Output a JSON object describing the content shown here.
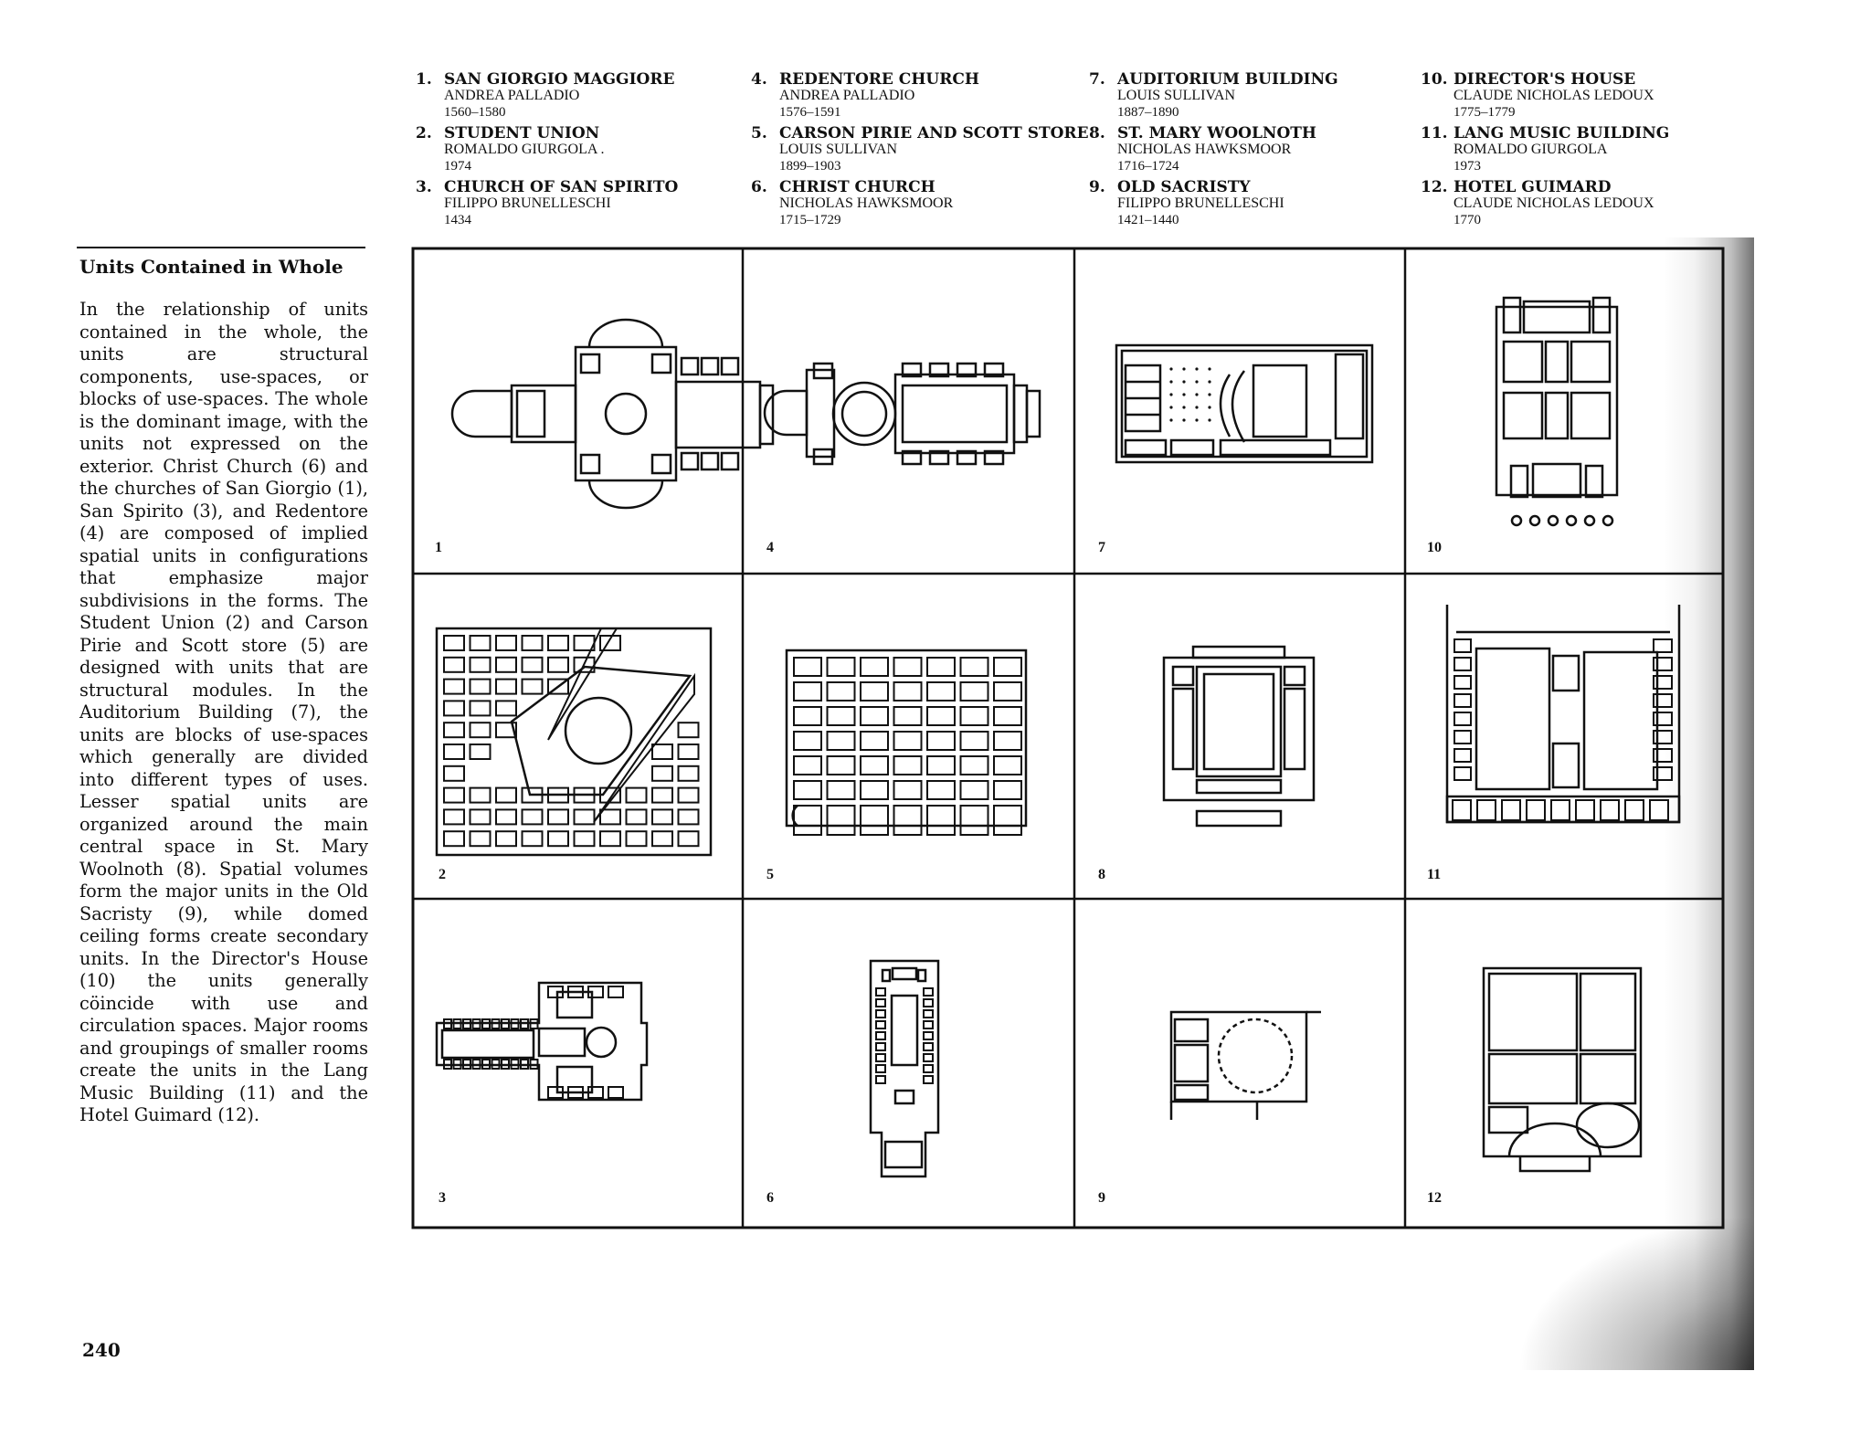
{
  "buildings": [
    {
      "num": "1.",
      "name": "SAN GIORGIO MAGGIORE",
      "architect": "ANDREA PALLADIO",
      "dates": "1560–1580"
    },
    {
      "num": "2.",
      "name": "STUDENT UNION",
      "architect": "ROMALDO GIURGOLA .",
      "dates": "1974"
    },
    {
      "num": "3.",
      "name": "CHURCH OF SAN SPIRITO",
      "architect": "FILIPPO BRUNELLESCHI",
      "dates": "1434"
    },
    {
      "num": "4.",
      "name": "REDENTORE CHURCH",
      "architect": "ANDREA PALLADIO",
      "dates": "1576–1591"
    },
    {
      "num": "5.",
      "name": "CARSON PIRIE AND SCOTT STORE",
      "architect": "LOUIS SULLIVAN",
      "dates": "1899–1903"
    },
    {
      "num": "6.",
      "name": "CHRIST CHURCH",
      "architect": "NICHOLAS HAWKSMOOR",
      "dates": "1715–1729"
    },
    {
      "num": "7.",
      "name": "AUDITORIUM BUILDING",
      "architect": "LOUIS SULLIVAN",
      "dates": "1887–1890"
    },
    {
      "num": "8.",
      "name": "ST. MARY WOOLNOTH",
      "architect": "NICHOLAS HAWKSMOOR",
      "dates": "1716–1724"
    },
    {
      "num": "9.",
      "name": "OLD SACRISTY",
      "architect": "FILIPPO BRUNELLESCHI",
      "dates": "1421–1440"
    },
    {
      "num": "10.",
      "name": "DIRECTOR'S HOUSE",
      "architect": "CLAUDE NICHOLAS LEDOUX",
      "dates": "1775–1779"
    },
    {
      "num": "11.",
      "name": "LANG MUSIC BUILDING",
      "architect": "ROMALDO GIURGOLA",
      "dates": "1973"
    },
    {
      "num": "12.",
      "name": "HOTEL GUIMARD",
      "architect": "CLAUDE NICHOLAS LEDOUX",
      "dates": "1770"
    }
  ],
  "sidebar": {
    "title": "Units Contained in Whole",
    "body": "In the relationship of units contained in the whole, the units are structural components, use-spaces, or blocks of use-spaces. The whole is the dominant image, with the units not expressed on the exterior. Christ Church (6) and the churches of San Giorgio (1), San Spirito (3), and Redentore (4) are composed of implied spatial units in configurations that emphasize major subdivisions in the forms. The Student Union (2) and Carson Pirie and Scott store (5) are designed with units that are structural modules. In the Auditorium Building (7), the units are blocks of use-spaces which generally are divided into different types of uses. Lesser spatial units are organized around the main central space in St. Mary Woolnoth (8). Spatial volumes form the major units in the Old Sacristy (9), while domed ceiling forms create secondary units. In the Director's House (10) the units generally cöincide with use and circulation spaces. Major rooms and groupings of smaller rooms create the units in the Lang Music Building (11) and the Hotel Guimard (12)."
  },
  "grid_labels": [
    "1",
    "4",
    "7",
    "10",
    "2",
    "5",
    "8",
    "11",
    "3",
    "6",
    "9",
    "12"
  ],
  "page_number": "240"
}
